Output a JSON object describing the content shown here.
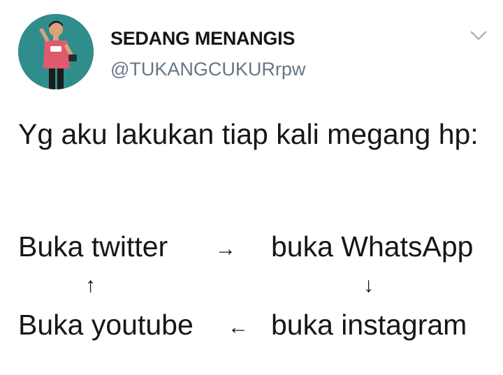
{
  "tweet": {
    "display_name": "SEDANG MENANGIS",
    "handle": "@TUKANGCUKURrpw",
    "menu_icon": "chevron-down-icon",
    "text": "Yg aku lakukan tiap kali megang hp:",
    "diagram": {
      "top_left": "Buka twitter",
      "top_right": "buka WhatsApp",
      "bottom_left": "Buka youtube",
      "bottom_right": "buka instagram",
      "arrow_right": "→",
      "arrow_down": "↓",
      "arrow_left": "←",
      "arrow_up": "↑"
    }
  }
}
